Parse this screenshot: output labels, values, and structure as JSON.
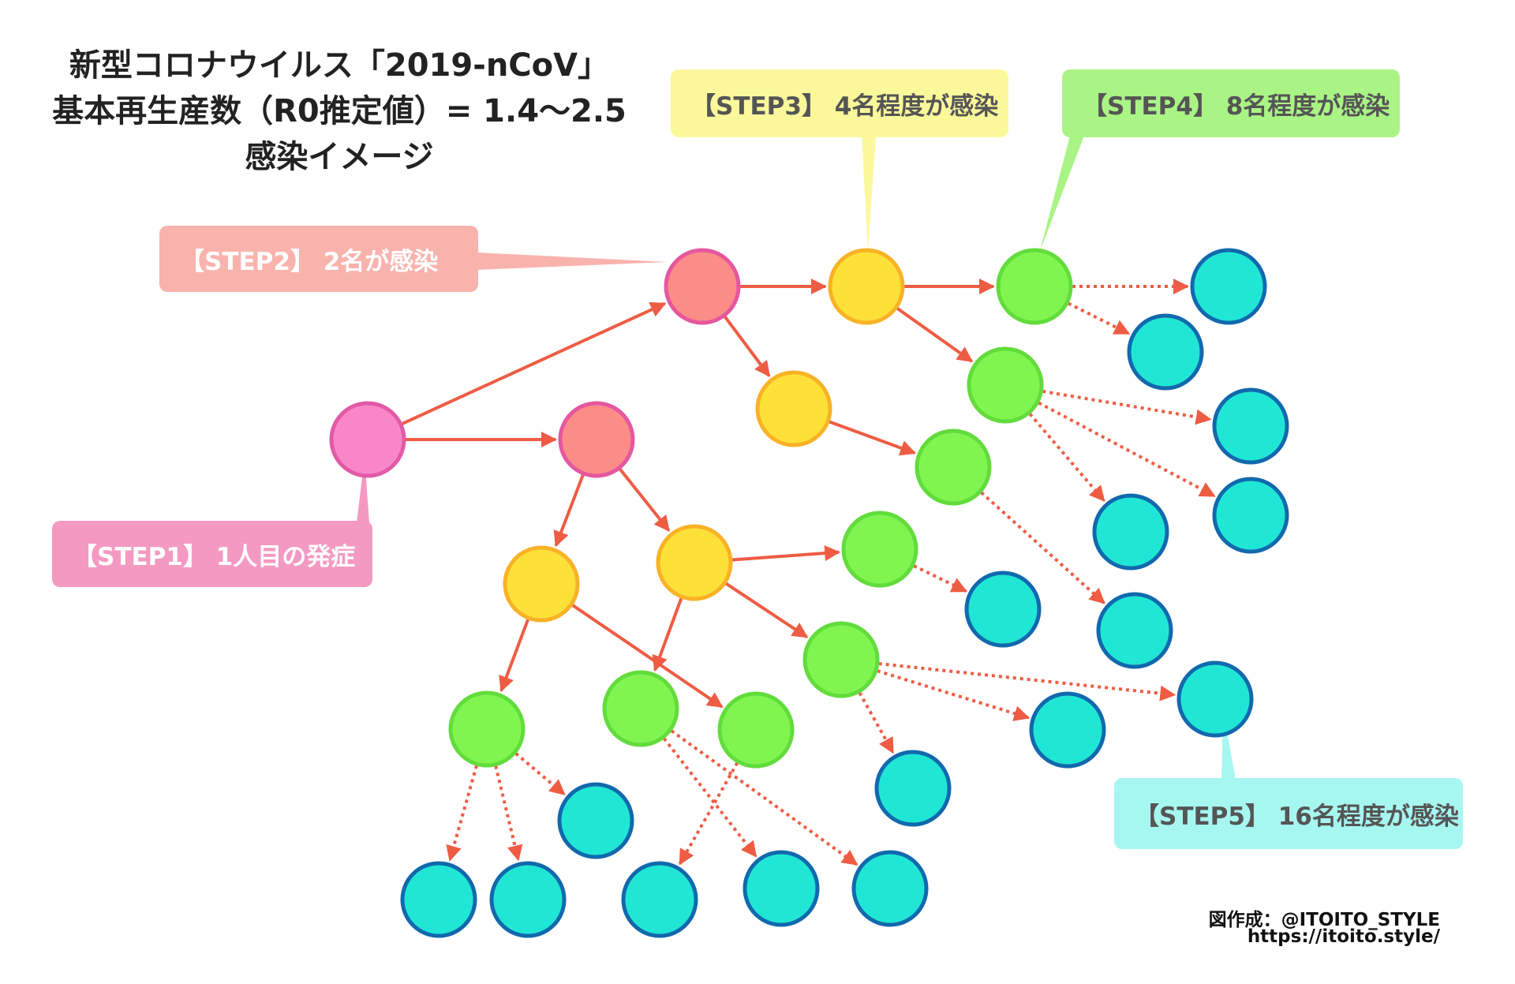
{
  "title": {
    "line1": "新型コロナウイルス「2019-nCoV」",
    "line2": "基本再生産数（R0推定値）= 1.4〜2.5",
    "line3": "感染イメージ"
  },
  "steps": [
    {
      "id": "step1",
      "label": "【STEP1】 1人目の発症",
      "color": "#f49ac2",
      "text_color": "#ffffff"
    },
    {
      "id": "step2",
      "label": "【STEP2】 2名が感染",
      "color": "#f9b3ad",
      "text_color": "#ffffff"
    },
    {
      "id": "step3",
      "label": "【STEP3】 4名程度が感染",
      "color": "#fbf89c",
      "text_color": "#555555"
    },
    {
      "id": "step4",
      "label": "【STEP4】 8名程度が感染",
      "color": "#aaf486",
      "text_color": "#555555"
    },
    {
      "id": "step5",
      "label": "【STEP5】 16名程度が感染",
      "color": "#a6f7f0",
      "text_color": "#555555"
    }
  ],
  "credit": {
    "author": "図作成：@ITOITO_STYLE",
    "url": "https://itoito.style/"
  },
  "colors": {
    "arrow": "#ee5c44",
    "step1_fill": "#f987c8",
    "step1_stroke": "#e25aa6",
    "step2_fill": "#fb8c87",
    "step2_stroke": "#e5579f",
    "step3_fill": "#fde138",
    "step3_stroke": "#f9b226",
    "step4_fill": "#80f550",
    "step4_stroke": "#62dc3c",
    "step5_fill": "#20e7d5",
    "step5_stroke": "#1169ad"
  }
}
